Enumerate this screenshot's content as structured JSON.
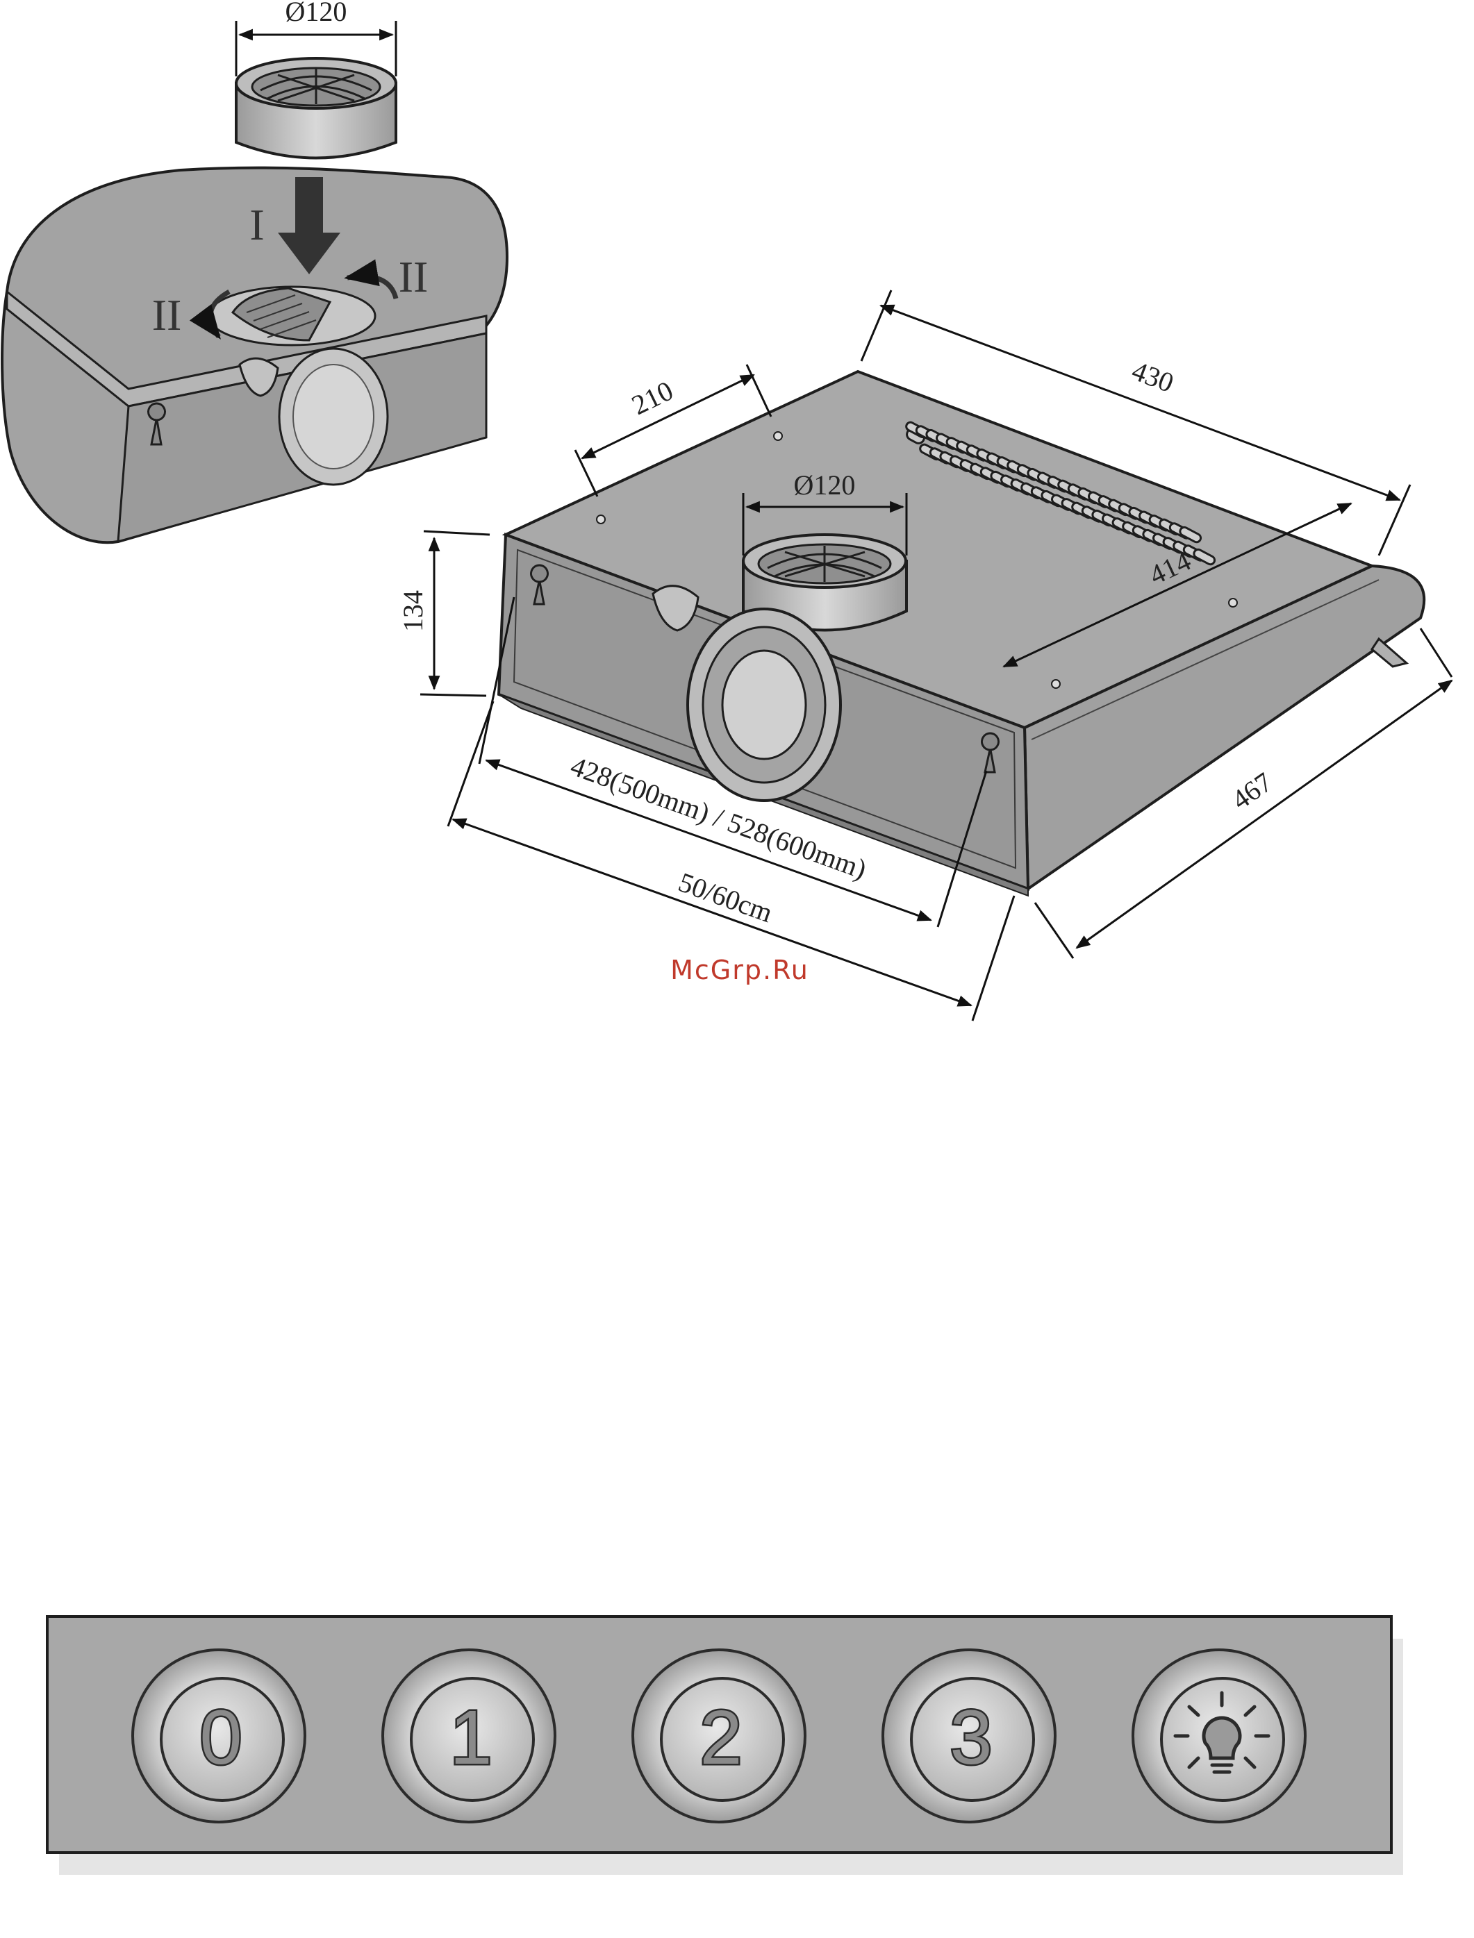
{
  "dimensions": {
    "duct_diameter_detail": "Ø120",
    "duct_diameter_main": "Ø120",
    "depth_top": "430",
    "offset_210": "210",
    "depth_inner": "414",
    "height": "134",
    "depth_side": "467",
    "width_inner": "428(500mm) / 528(600mm)",
    "width_outer": "50/60cm"
  },
  "steps": {
    "step_1": "I",
    "step_2_left": "II",
    "step_2_right": "II"
  },
  "watermark": "McGrp.Ru",
  "control_panel": {
    "buttons": [
      {
        "label": "0",
        "icon": "speed-0"
      },
      {
        "label": "1",
        "icon": "speed-1"
      },
      {
        "label": "2",
        "icon": "speed-2"
      },
      {
        "label": "3",
        "icon": "speed-3"
      },
      {
        "label": "",
        "icon": "light-bulb-icon"
      }
    ]
  },
  "colors": {
    "body": "#a9a9a9",
    "body_dark": "#8f8f8f",
    "line": "#1e1e1e",
    "watermark": "#c0392b"
  }
}
